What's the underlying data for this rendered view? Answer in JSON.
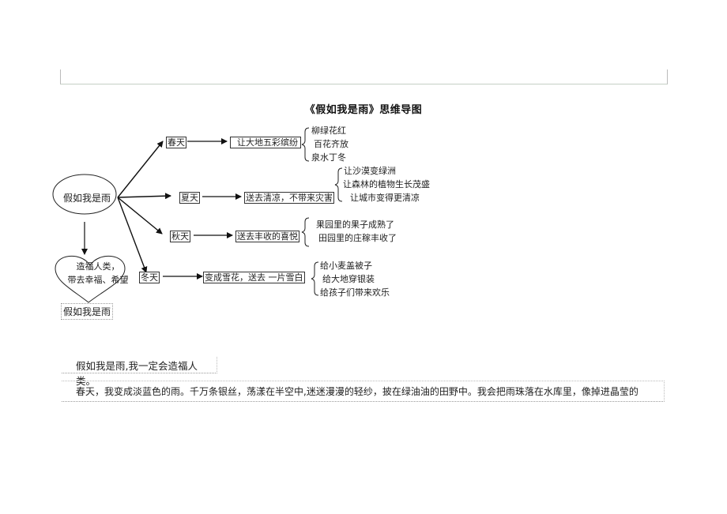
{
  "title": "《假如我是雨》思维导图",
  "center": {
    "label": "假如我是雨"
  },
  "branches": [
    {
      "season": "春天",
      "action": "让大地五彩缤纷",
      "details": [
        "柳绿花红",
        "百花齐放",
        "泉水丁冬"
      ]
    },
    {
      "season": "夏天",
      "action": "送去清凉，不带来灾害",
      "details": [
        "让沙漠变绿洲",
        "让森林的植物生长茂盛",
        "让城市变得更清凉"
      ]
    },
    {
      "season": "秋天",
      "action": "送去丰收的喜悦",
      "details": [
        "果园里的果子成熟了",
        "田园里的庄稼丰收了"
      ]
    },
    {
      "season": "冬天",
      "action": "变成雪花，送去 一片雪白",
      "details": [
        "给小麦盖被子",
        "给大地穿银装",
        "给孩子们带来欢乐"
      ]
    }
  ],
  "heart": {
    "line1": "造福人类，",
    "line2": "带去幸福、希望",
    "caption": "假如我是雨"
  },
  "body_text": {
    "line1": "假如我是雨,我一定会造福人类。",
    "line2": "春天，我变成淡蓝色的雨。千万条银丝，荡漾在半空中,迷迷漫漫的轻纱，披在绿油油的田野中。我会把雨珠落在水库里，像掉进晶莹的"
  }
}
